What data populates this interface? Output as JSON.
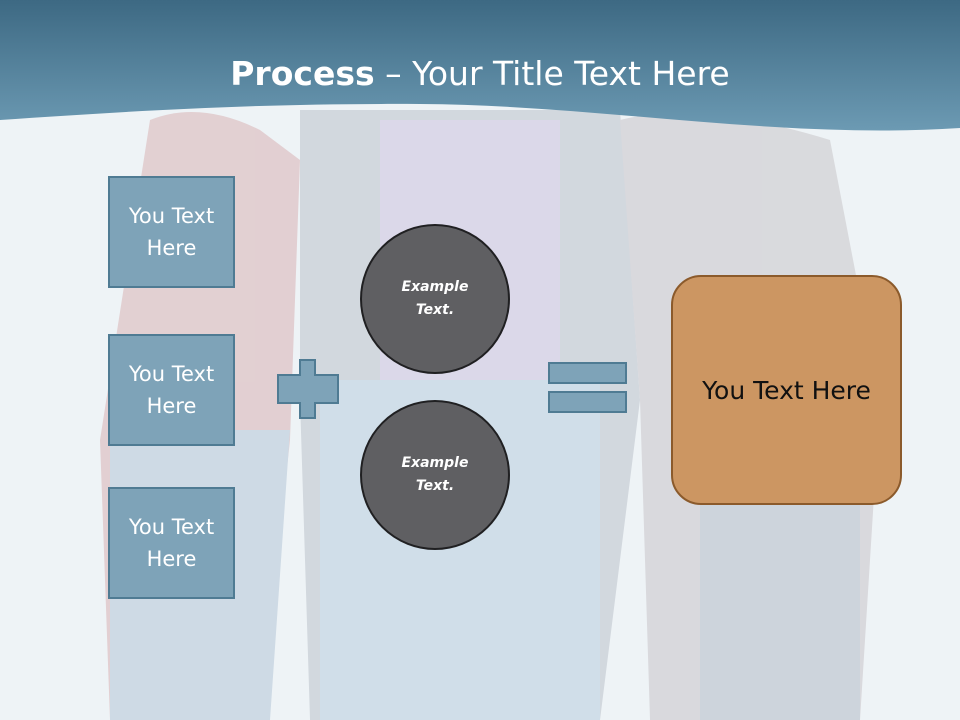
{
  "title": {
    "bold": "Process",
    "dash": " – ",
    "rest": "Your Title Text Here"
  },
  "boxes": [
    {
      "label": "You Text Here"
    },
    {
      "label": "You Text Here"
    },
    {
      "label": "You Text Here"
    }
  ],
  "circles": [
    {
      "label": "Example Text."
    },
    {
      "label": "Example Text."
    }
  ],
  "result": {
    "label": "You Text Here"
  },
  "colors": {
    "header": "#4a7a96",
    "box": "#7ea3b8",
    "circle": "#5f5f62",
    "result": "#cc9662"
  }
}
